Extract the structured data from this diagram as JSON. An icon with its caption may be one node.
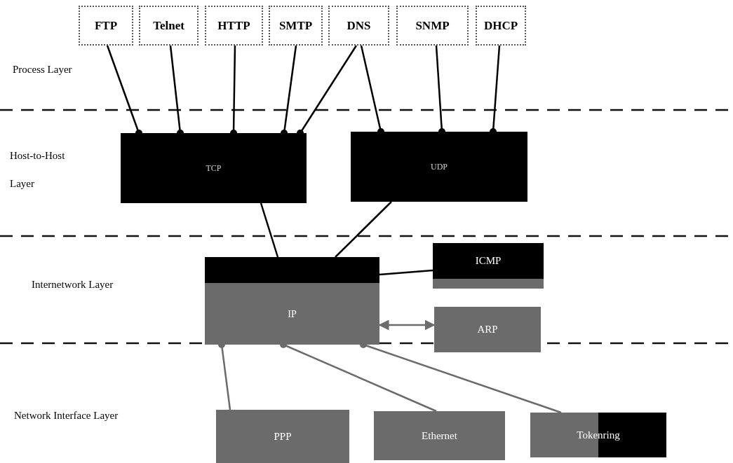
{
  "diagram": {
    "nodes": [
      {
        "text": [
          "FTP"
        ]
      },
      {
        "text": [
          "Telnet"
        ]
      },
      {
        "text": [
          "HTTP"
        ]
      },
      {
        "text": [
          "SMTP"
        ]
      },
      {
        "text": [
          "DNS"
        ]
      },
      {
        "text": [
          "SNMP"
        ]
      },
      {
        "text": [
          "DHCP"
        ]
      },
      {
        "text": [
          "TCP"
        ]
      },
      {
        "text": [
          "UDP"
        ]
      },
      {
        "text": [
          "IP"
        ]
      },
      {
        "text": [
          "ICMP"
        ]
      },
      {
        "text": [
          "ARP"
        ]
      },
      {
        "text": [
          "PPP"
        ]
      },
      {
        "text": [
          "Ethernet"
        ]
      },
      {
        "text": [
          "Tokenring"
        ]
      }
    ],
    "edges": [
      {
        "from": 0,
        "to": 7,
        "arrow": "other"
      },
      {
        "from": 1,
        "to": 7,
        "arrow": "other"
      },
      {
        "from": 2,
        "to": 7,
        "arrow": "other"
      },
      {
        "from": 3,
        "to": 7,
        "arrow": "other"
      },
      {
        "from": 4,
        "to": 7,
        "arrow": "other"
      },
      {
        "from": 4,
        "to": 8,
        "arrow": "other"
      },
      {
        "from": 5,
        "to": 8,
        "arrow": "other"
      },
      {
        "from": 6,
        "to": 8,
        "arrow": "other"
      },
      {
        "from": 7,
        "to": 9,
        "arrow": "none"
      },
      {
        "from": 8,
        "to": 9,
        "arrow": "none"
      },
      {
        "from": 9,
        "to": 10,
        "arrow": "none"
      },
      {
        "from": 9,
        "to": 11,
        "arrow": "both",
        "color": "#6b6b6b"
      },
      {
        "from": 12,
        "to": 9,
        "arrow": "other",
        "color": "#6b6b6b"
      },
      {
        "from": 13,
        "to": 9,
        "arrow": "other",
        "color": "#6b6b6b"
      },
      {
        "from": 14,
        "to": 9,
        "arrow": "other",
        "color": "#6b6b6b"
      }
    ],
    "labels": [
      "Process Layer",
      "Host-to-Host Layer",
      "Internetwork Layer",
      "Network Interface Layer"
    ]
  }
}
